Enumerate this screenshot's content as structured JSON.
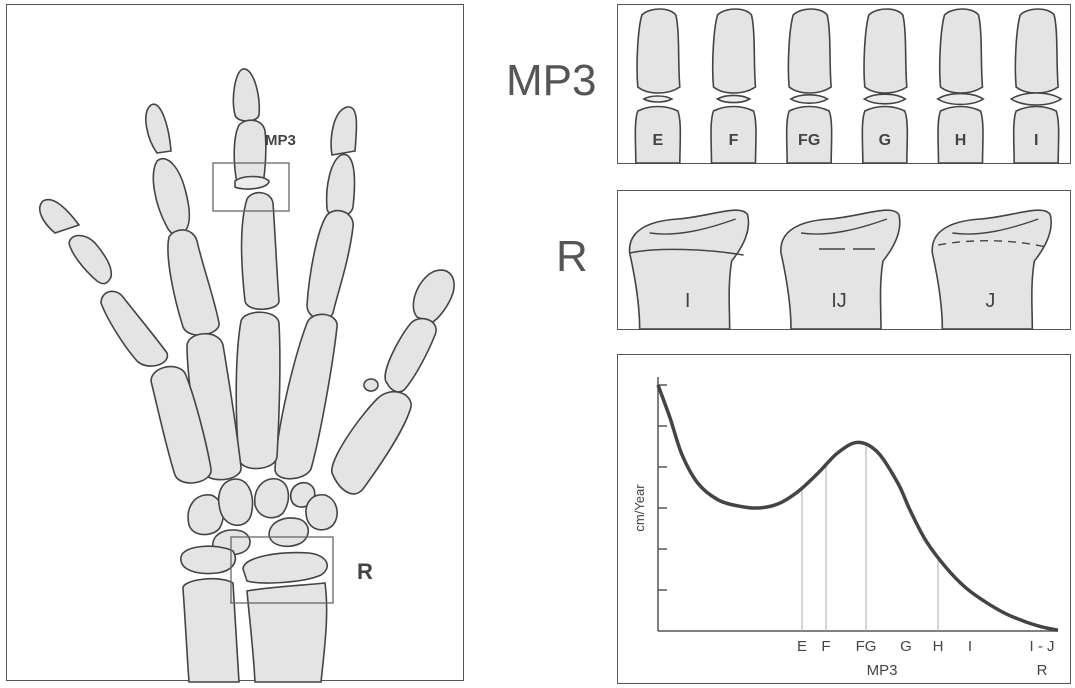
{
  "hand": {
    "mp3_label": "MP3",
    "r_label": "R"
  },
  "mp3_row": {
    "title": "MP3",
    "stages": [
      "E",
      "F",
      "FG",
      "G",
      "H",
      "I"
    ]
  },
  "r_row": {
    "title": "R",
    "stages": [
      "I",
      "IJ",
      "J"
    ]
  },
  "chart_data": {
    "type": "line",
    "title": "",
    "ylabel": "cm/Year",
    "xlabel": "MP3",
    "x_ticks_mp3": [
      "E",
      "F",
      "FG",
      "G",
      "H",
      "I"
    ],
    "x_ticks_r_top": "I - J",
    "x_ticks_r_bottom": "R",
    "y_tick_count": 6,
    "x_range": [
      0,
      100
    ],
    "y_range": [
      0,
      6
    ],
    "series": [
      {
        "x": [
          0,
          3,
          6,
          10,
          15,
          20,
          25,
          30,
          35,
          40,
          45,
          50,
          55,
          60,
          63,
          67,
          72,
          77,
          82,
          87,
          92,
          96,
          100
        ],
        "y": [
          6.0,
          5.2,
          4.3,
          3.6,
          3.2,
          3.05,
          3.0,
          3.1,
          3.4,
          3.85,
          4.35,
          4.6,
          4.35,
          3.6,
          2.95,
          2.2,
          1.55,
          1.05,
          0.7,
          0.42,
          0.22,
          0.1,
          0.02
        ]
      }
    ],
    "markers": [
      {
        "label": "E",
        "x": 36
      },
      {
        "label": "F",
        "x": 42
      },
      {
        "label": "FG",
        "x": 52
      },
      {
        "label": "H",
        "x": 70
      }
    ]
  }
}
